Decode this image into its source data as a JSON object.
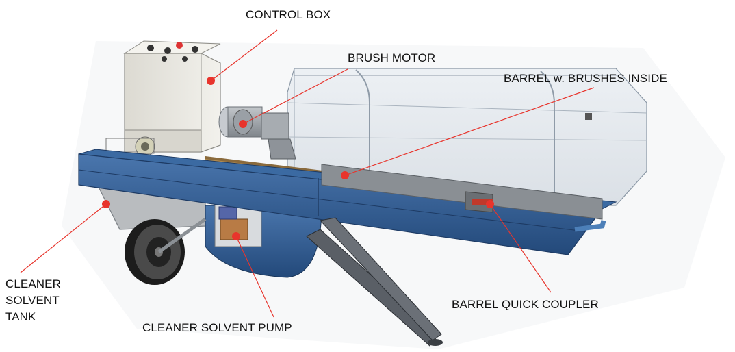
{
  "labels": {
    "control_box": "CONTROL BOX",
    "brush_motor": "BRUSH MOTOR",
    "barrel_brushes": "BARREL w. BRUSHES INSIDE",
    "cleaner_solvent_tank": [
      "CLEANER",
      "SOLVENT",
      "TANK"
    ],
    "cleaner_solvent_pump": "CLEANER SOLVENT PUMP",
    "barrel_quick_coupler": "BARREL QUICK COUPLER"
  },
  "colors": {
    "callout": "#e8342c",
    "frame_blue": "#2f5c92",
    "frame_dark": "#1f3e66",
    "steel": "#9ea3a8",
    "box": "#e9e7df",
    "barrel_glass": "#c9d3de"
  }
}
